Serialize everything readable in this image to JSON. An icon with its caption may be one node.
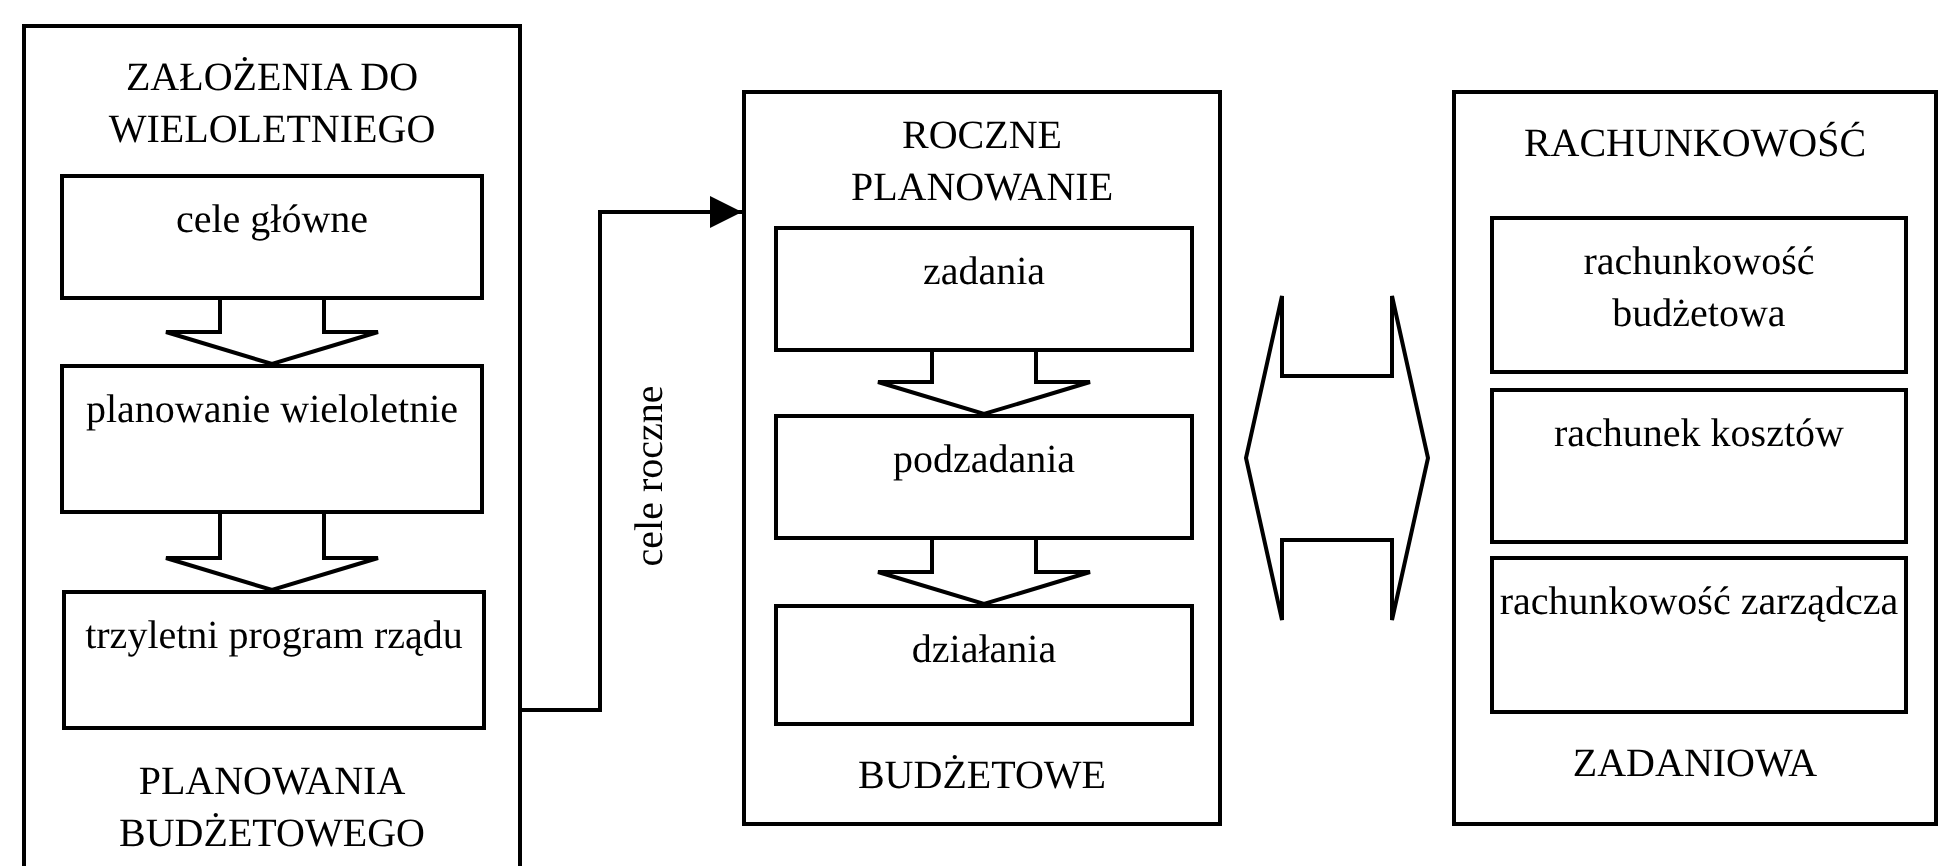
{
  "diagram": {
    "nodes": [
      {
        "text": [
          "ZAŁOŻENIA DO WIELOLETNIEGO",
          "PLANOWANIA BUDŻETOWEGO"
        ]
      },
      {
        "text": [
          "cele główne"
        ],
        "in": 0
      },
      {
        "text": [
          "planowanie wieloletnie"
        ],
        "in": 0
      },
      {
        "text": [
          "trzyletni program rządu"
        ],
        "in": 0
      },
      {
        "text": [
          "ROCZNE PLANOWANIE",
          "BUDŻETOWE"
        ]
      },
      {
        "text": [
          "zadania"
        ],
        "in": 4
      },
      {
        "text": [
          "podzadania"
        ],
        "in": 4
      },
      {
        "text": [
          "działania"
        ],
        "in": 4
      },
      {
        "text": [
          "RACHUNKOWOŚĆ",
          "ZADANIOWA"
        ]
      },
      {
        "text": [
          "rachunkowość budżetowa"
        ],
        "in": 8
      },
      {
        "text": [
          "rachunek kosztów"
        ],
        "in": 8
      },
      {
        "text": [
          "rachunkowość zarządcza"
        ],
        "in": 8
      }
    ],
    "edges": [
      {
        "from": 1,
        "to": 2,
        "arrow": "to"
      },
      {
        "from": 2,
        "to": 3,
        "arrow": "to"
      },
      {
        "from": 0,
        "to": 4,
        "arrow": "to",
        "label": "cele roczne"
      },
      {
        "from": 5,
        "to": 6,
        "arrow": "to"
      },
      {
        "from": 6,
        "to": 7,
        "arrow": "to"
      },
      {
        "from": 4,
        "to": 8,
        "arrow": "both"
      }
    ]
  }
}
